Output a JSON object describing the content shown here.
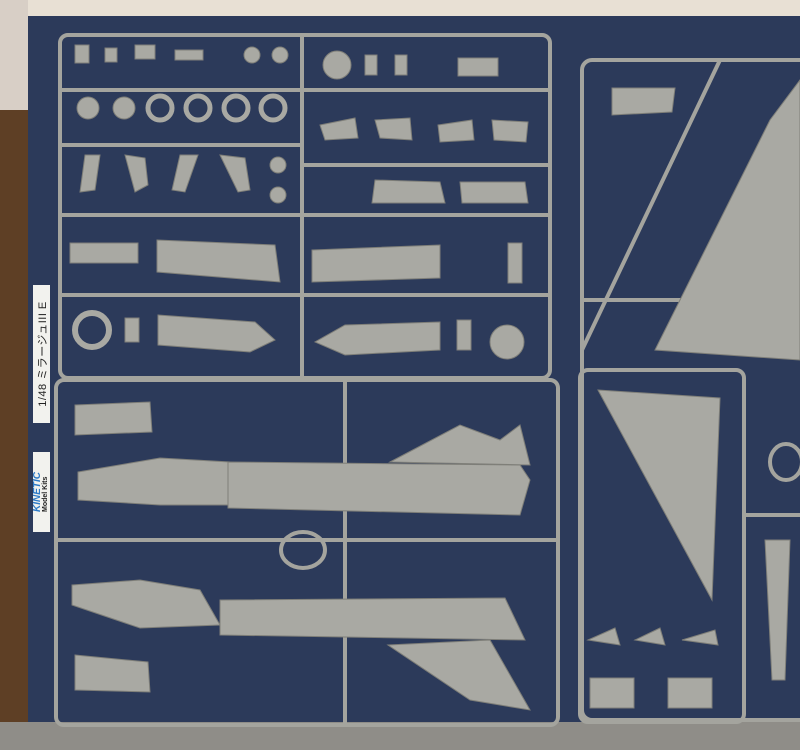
{
  "box_label": {
    "scale_and_name": "1/48 ミラージュIII E",
    "brand": "KINETIC",
    "brand_sub": "Model Kits"
  },
  "colors": {
    "board": "#2c3a5a",
    "plastic": "#a9a9a3",
    "brand_blue": "#2e7bc8"
  }
}
